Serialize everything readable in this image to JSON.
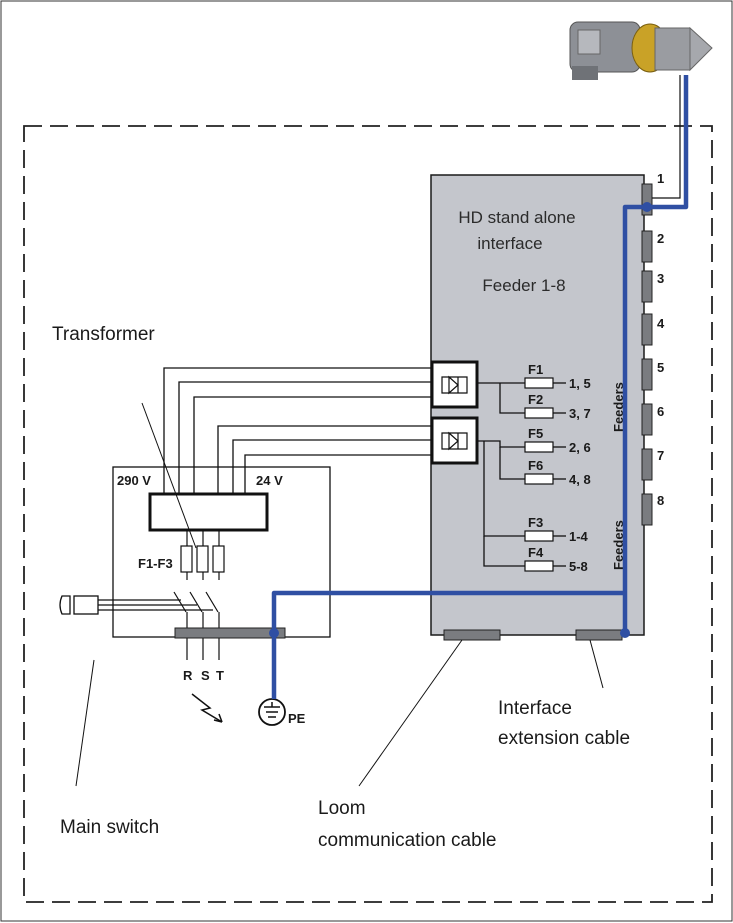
{
  "interface": {
    "title_line1": "HD stand alone",
    "title_line2": "interface",
    "subtitle": "Feeder 1-8"
  },
  "labels": {
    "transformer": "Transformer",
    "main_switch": "Main switch",
    "loom_line1": "Loom",
    "loom_line2": "communication cable",
    "ext_line1": "Interface",
    "ext_line2": "extension cable",
    "v290": "290 V",
    "v24": "24 V",
    "fuses_main": "F1-F3",
    "phase_r": "R",
    "phase_s": "S",
    "phase_t": "T",
    "pe": "PE",
    "feeders_top": "Feeders",
    "feeders_bottom": "Feeders"
  },
  "fuses": [
    {
      "name": "F1",
      "target": "1, 5"
    },
    {
      "name": "F2",
      "target": "3, 7"
    },
    {
      "name": "F5",
      "target": "2, 6"
    },
    {
      "name": "F6",
      "target": "4, 8"
    },
    {
      "name": "F3",
      "target": "1-4"
    },
    {
      "name": "F4",
      "target": "5-8"
    }
  ],
  "feeder_numbers": [
    "1",
    "2",
    "3",
    "4",
    "5",
    "6",
    "7",
    "8"
  ],
  "colors": {
    "cable": "#2f4fa3",
    "panel": "#c4c6cc",
    "outline": "#1a1a1a",
    "connector": "#7a7c80"
  }
}
